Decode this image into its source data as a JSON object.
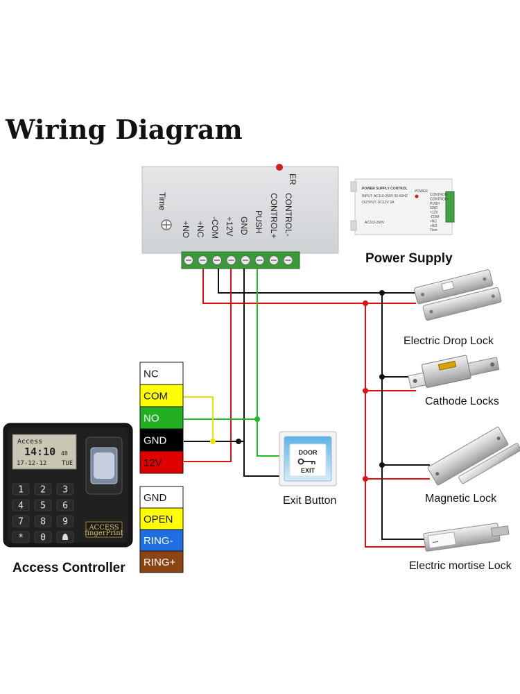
{
  "title": "Wiring Diagram",
  "controller_terminals": [
    "Time",
    "+NO",
    "+NC",
    "-COM",
    "+12V",
    "GND",
    "PUSH",
    "CONTROL+",
    "CONTROL-"
  ],
  "controller_edge_text": "ER",
  "power_supply": {
    "caption": "Power Supply",
    "heading": "POWER SUPPLY CONTROL",
    "input_line": "INPUT: AC110-260V 50-60HZ",
    "output_line": "OUTPUT: DC12V 3A",
    "model": "AC110-260V",
    "side_labels": [
      "CONTROL-",
      "CONTROL+",
      "PUSH",
      "GND",
      "+12V",
      "-COM",
      "+NC",
      "+NO",
      "Time"
    ],
    "power_label": "POWER"
  },
  "locks": [
    {
      "label": "Electric Drop Lock"
    },
    {
      "label": "Cathode Locks"
    },
    {
      "label": "Magnetic Lock"
    },
    {
      "label": "Electric mortise Lock"
    }
  ],
  "exit_button": {
    "caption": "Exit Button",
    "line1": "DOOR",
    "line2": "EXIT"
  },
  "access_controller": {
    "caption": "Access Controller",
    "lcd_title": "Access",
    "lcd_time": "14:10",
    "lcd_seconds": "48",
    "lcd_date": "17-12-12",
    "lcd_day": "TUE",
    "keys": [
      "1",
      "2",
      "3",
      "4",
      "5",
      "6",
      "7",
      "8",
      "9",
      "*",
      "0",
      "bell"
    ],
    "badge_title": "ACCESS",
    "badge_sub": "fingerPrint"
  },
  "wire_block_1": [
    {
      "label": "NC",
      "bg": "#ffffff",
      "fg": "#111111"
    },
    {
      "label": "COM",
      "bg": "#ffff00",
      "fg": "#111111"
    },
    {
      "label": "NO",
      "bg": "#22b022",
      "fg": "#ffffff"
    },
    {
      "label": "GND",
      "bg": "#000000",
      "fg": "#ffffff"
    },
    {
      "label": "12V",
      "bg": "#e00000",
      "fg": "#111111"
    }
  ],
  "wire_block_2": [
    {
      "label": "GND",
      "bg": "#ffffff",
      "fg": "#111111"
    },
    {
      "label": "OPEN",
      "bg": "#ffff00",
      "fg": "#111111"
    },
    {
      "label": "RING-",
      "bg": "#1e6ee0",
      "fg": "#ffffff"
    },
    {
      "label": "RING+",
      "bg": "#8b4513",
      "fg": "#ffffff"
    }
  ],
  "wire_colors": {
    "red": "#e01010",
    "black": "#111111",
    "green": "#22bb22",
    "yellow": "#f0e000"
  }
}
